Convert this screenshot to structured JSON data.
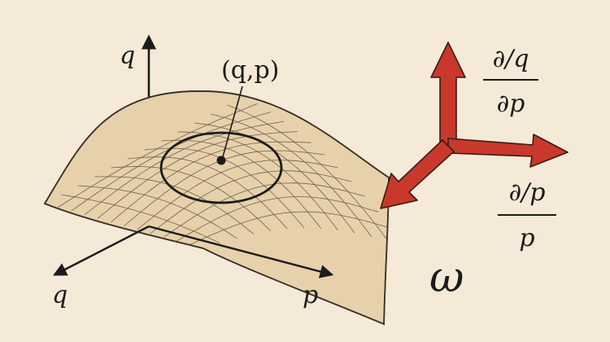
{
  "labels": {
    "q_top": "q",
    "q_bottom": "q",
    "p_bottom": "p",
    "point": "(q,p)",
    "form": "ω"
  },
  "fractions": {
    "upper": {
      "numerator": "∂/q",
      "denominator": "∂p"
    },
    "lower": {
      "numerator": "∂/p",
      "denominator": "p"
    }
  },
  "colors": {
    "background": "#f5ead7",
    "surface_fill": "#e6d1ab",
    "ink": "#1b1b1b",
    "vector_red": "#c8392b"
  }
}
